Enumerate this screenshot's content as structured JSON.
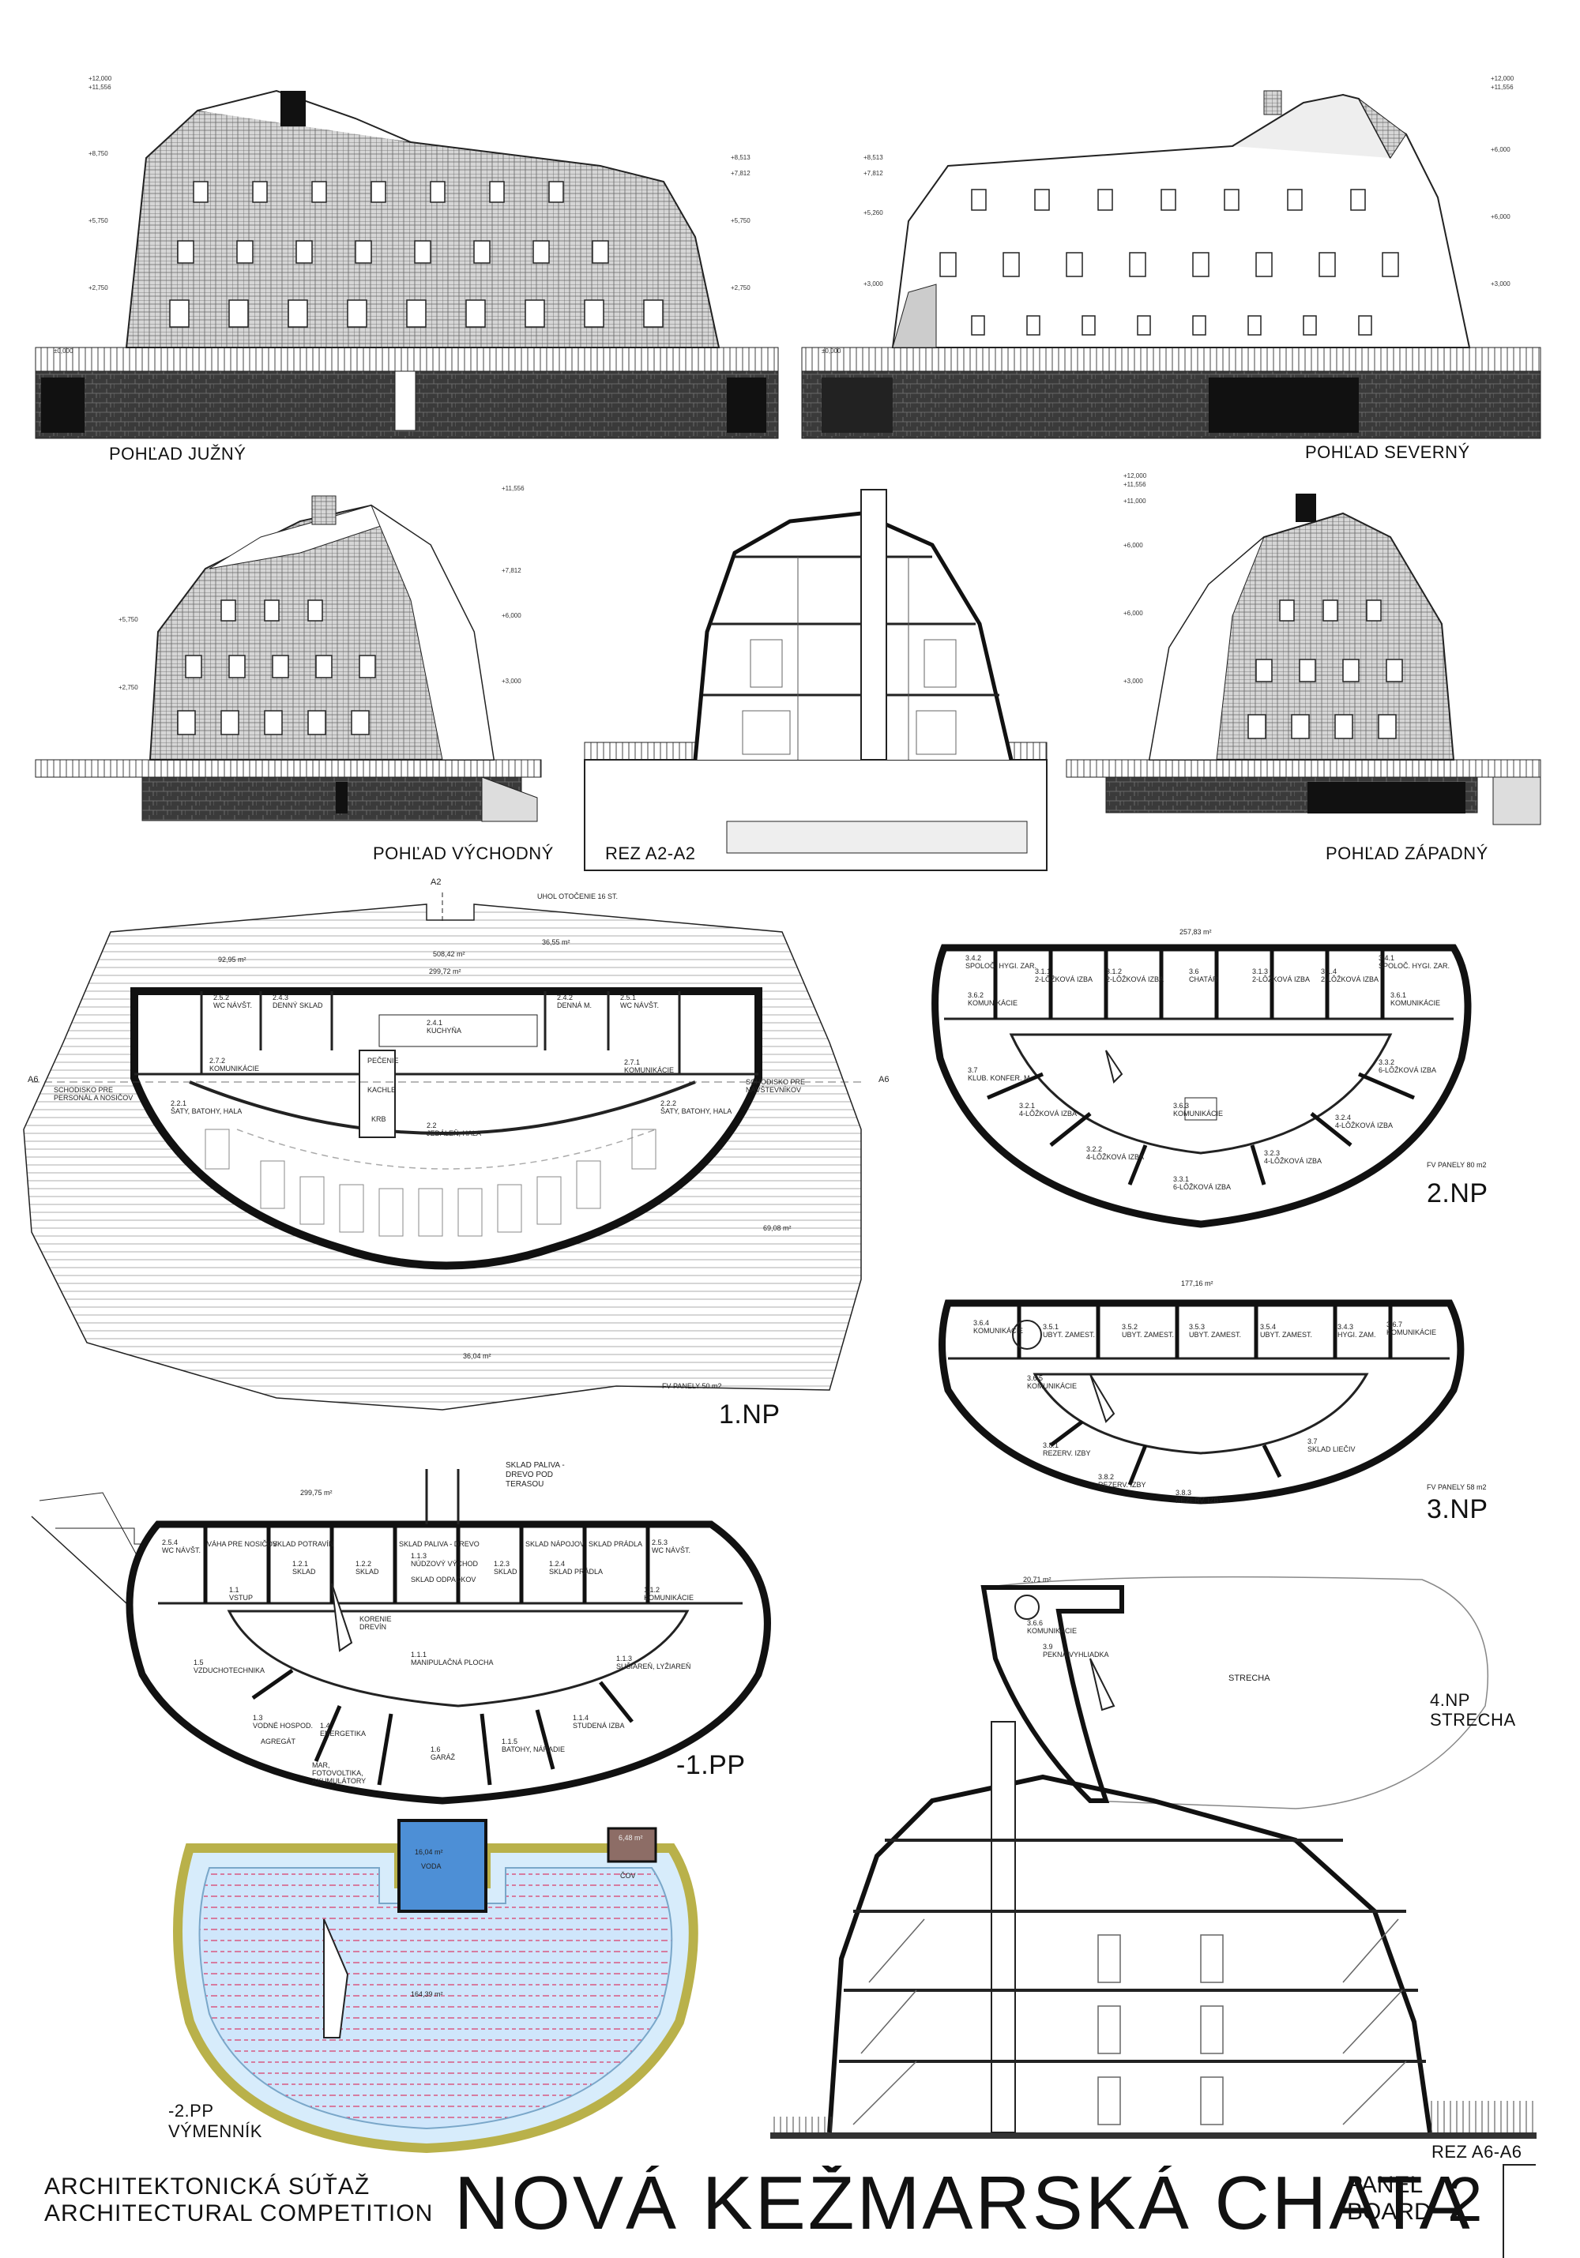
{
  "views": {
    "south": "POHĽAD JUŽNÝ",
    "north": "POHĽAD SEVERNÝ",
    "east": "POHĽAD VÝCHODNÝ",
    "section_a2": "REZ A2-A2",
    "west": "POHĽAD ZÁPADNÝ",
    "section_a6": "REZ A6-A6"
  },
  "floors": {
    "np1": "1.NP",
    "np2": "2.NP",
    "np3": "3.NP",
    "np4": "4.NP",
    "np4_sub": "STRECHA",
    "pp1": "-1.PP",
    "pp2": "-2.PP",
    "pp2_sub": "VÝMENNÍK"
  },
  "elevations": {
    "e12000": "+12,000",
    "e11556": "+11,556",
    "e11000": "+11,000",
    "e8750": "+8,750",
    "e8513": "+8,513",
    "e7812": "+7,812",
    "e6000": "+6,000",
    "e5750": "+5,750",
    "e5260": "+5,260",
    "e3000": "+3,000",
    "e2750": "+2,750",
    "e0000": "±0,000"
  },
  "np1": {
    "angle": "UHOL OTOČENIE 16 ST.",
    "axis_a2": "A2",
    "axis_a6": "A6",
    "area_total": "508,42 m²",
    "area_inner": "299,72 m²",
    "area_left": "92,95 m²",
    "area_right": "36,55 m²",
    "area_terrace": "69,08 m²",
    "area_front": "36,04 m²",
    "pv": "FV PANELY 50 m2",
    "stair_staff": "SCHODISKO PRE PERSONÁL A NOSIČOV",
    "stair_visitors": "SCHODISKO PRE NÁVŠTEVNÍKOV",
    "rooms": [
      {
        "id": "2.5.2",
        "name": "WC NÁVŠT."
      },
      {
        "id": "2.4.3",
        "name": "DENNÝ SKLAD"
      },
      {
        "id": "2.4.1",
        "name": "KUCHYŇA"
      },
      {
        "id": "2.4.2",
        "name": "DENNÁ M."
      },
      {
        "id": "2.5.1",
        "name": "WC NÁVŠT."
      },
      {
        "id": "2.7.2",
        "name": "KOMUNIKÁCIE"
      },
      {
        "id": "2.7.1",
        "name": "KOMUNIKÁCIE"
      },
      {
        "id": "",
        "name": "PEČENIE"
      },
      {
        "id": "",
        "name": "KACHLE"
      },
      {
        "id": "",
        "name": "KRB"
      },
      {
        "id": "2.2.1",
        "name": "ŠATY, BATOHY, HALA"
      },
      {
        "id": "2.2.2",
        "name": "ŠATY, BATOHY, HALA"
      },
      {
        "id": "2.2",
        "name": "JEDÁLEŇ, HALA"
      }
    ]
  },
  "np2": {
    "area": "257,83 m²",
    "pv": "FV PANELY 80 m2",
    "rooms": [
      {
        "id": "3.4.2",
        "name": "SPOLOČ. HYGI. ZAR."
      },
      {
        "id": "3.1.1",
        "name": "2-LÔŽKOVÁ IZBA"
      },
      {
        "id": "3.1.2",
        "name": "2-LÔŽKOVÁ IZBA"
      },
      {
        "id": "3.6",
        "name": "CHATÁR"
      },
      {
        "id": "3.1.3",
        "name": "2-LÔŽKOVÁ IZBA"
      },
      {
        "id": "3.1.4",
        "name": "2-LÔŽKOVÁ IZBA"
      },
      {
        "id": "3.4.1",
        "name": "SPOLOČ. HYGI. ZAR."
      },
      {
        "id": "3.6.2",
        "name": "KOMUNIKÁCIE"
      },
      {
        "id": "3.6.1",
        "name": "KOMUNIKÁCIE"
      },
      {
        "id": "3.7",
        "name": "KLUB. KONFER. M."
      },
      {
        "id": "3.3.2",
        "name": "6-LÔŽKOVÁ IZBA"
      },
      {
        "id": "3.2.1",
        "name": "4-LÔŽKOVÁ IZBA"
      },
      {
        "id": "3.2.2",
        "name": "4-LÔŽKOVÁ IZBA"
      },
      {
        "id": "3.6.3",
        "name": "KOMUNIKÁCIE"
      },
      {
        "id": "3.3.1",
        "name": "6-LÔŽKOVÁ IZBA"
      },
      {
        "id": "3.2.3",
        "name": "4-LÔŽKOVÁ IZBA"
      },
      {
        "id": "3.2.4",
        "name": "4-LÔŽKOVÁ IZBA"
      }
    ]
  },
  "np3": {
    "area": "177,16 m²",
    "pv": "FV PANELY 58 m2",
    "rooms": [
      {
        "id": "3.6.4",
        "name": "KOMUNIKÁCIE"
      },
      {
        "id": "3.5.1",
        "name": "UBYT. ZAMEST."
      },
      {
        "id": "3.5.2",
        "name": "UBYT. ZAMEST."
      },
      {
        "id": "3.5.3",
        "name": "UBYT. ZAMEST."
      },
      {
        "id": "3.5.4",
        "name": "UBYT. ZAMEST."
      },
      {
        "id": "3.4.3",
        "name": "HYGI. ZAM."
      },
      {
        "id": "3.6.7",
        "name": "KOMUNIKÁCIE"
      },
      {
        "id": "3.6.5",
        "name": "KOMUNIKÁCIE"
      },
      {
        "id": "3.8.1",
        "name": "REZERV. IZBY"
      },
      {
        "id": "3.8.2",
        "name": "REZERV. IZBY"
      },
      {
        "id": "3.8.3",
        "name": "REZERV. IZBY"
      },
      {
        "id": "3.7",
        "name": "SKLAD LIEČIV"
      }
    ]
  },
  "np4": {
    "area": "20,71 m²",
    "rooms": [
      {
        "id": "3.6.6",
        "name": "KOMUNIKÁCIE"
      },
      {
        "id": "3.9",
        "name": "PEKNÁ VYHLIADKA"
      },
      {
        "id": "",
        "name": "STRECHA"
      }
    ]
  },
  "pp1": {
    "area": "299,75 m²",
    "fuel": "SKLAD PALIVA - DREVO POD TERASOU",
    "rooms": [
      {
        "id": "2.5.4",
        "name": "WC NÁVŠT."
      },
      {
        "id": "",
        "name": "VÁHA PRE NOSIČOV"
      },
      {
        "id": "",
        "name": "SKLAD POTRAVÍN"
      },
      {
        "id": "",
        "name": "SKLAD PALIVA - DREVO"
      },
      {
        "id": "",
        "name": "SKLAD NÁPOJOV"
      },
      {
        "id": "",
        "name": "SKLAD PRÁDLA"
      },
      {
        "id": "2.5.3",
        "name": "WC NÁVŠT."
      },
      {
        "id": "1.1",
        "name": "VSTUP"
      },
      {
        "id": "1.2.1",
        "name": "SKLAD"
      },
      {
        "id": "1.2.2",
        "name": "SKLAD"
      },
      {
        "id": "1.1.3",
        "name": "NÚDZOVÝ VÝCHOD"
      },
      {
        "id": "",
        "name": "SKLAD ODPADKOV"
      },
      {
        "id": "1.2.3",
        "name": "SKLAD"
      },
      {
        "id": "1.2.4",
        "name": "SKLAD PRÁDLA"
      },
      {
        "id": "1.1.2",
        "name": "KOMUNIKÁCIE"
      },
      {
        "id": "",
        "name": "KORENIE DREVÍN"
      },
      {
        "id": "1.1.1",
        "name": "MANIPULAČNÁ PLOCHA"
      },
      {
        "id": "1.5",
        "name": "VZDUCHOTECHNIKA"
      },
      {
        "id": "1.1.3",
        "name": "SUŠIAREŇ, LYŽIAREŇ"
      },
      {
        "id": "1.3",
        "name": "VODNÉ HOSPOD."
      },
      {
        "id": "",
        "name": "AGREGÁT"
      },
      {
        "id": "1.4",
        "name": "ENERGETIKA"
      },
      {
        "id": "",
        "name": "MAR, FOTOVOLTIKA, AKUMULÁTORY"
      },
      {
        "id": "1.6",
        "name": "GARÁŽ"
      },
      {
        "id": "1.1.5",
        "name": "BATOHY, NÁRADIE"
      },
      {
        "id": "1.1.4",
        "name": "STUDENÁ IZBA"
      }
    ]
  },
  "pp2": {
    "water_area": "16,04 m²",
    "water": "VODA",
    "cov_area": "6,48 m²",
    "cov": "ČOV",
    "area": "164,39 m²"
  },
  "footer": {
    "comp1": "ARCHITEKTONICKÁ SÚŤAŽ",
    "comp2": "ARCHITECTURAL COMPETITION",
    "title": "NOVÁ KEŽMARSKÁ CHATA",
    "panel": "PANEL",
    "board": "BOARD",
    "number": "2"
  }
}
